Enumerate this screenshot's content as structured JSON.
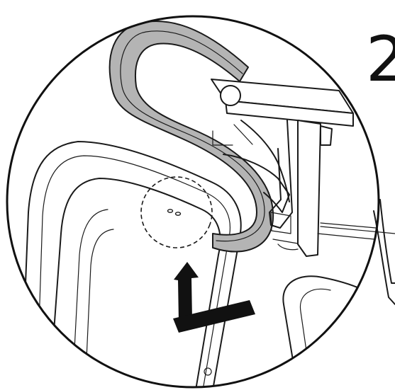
{
  "step": {
    "number": "2"
  },
  "icons": {
    "headrest": "headrest-frame-illustration",
    "backrest": "chair-backrest-illustration",
    "mount": "headrest-mount-bracket",
    "arrow": "up-arrow-icon",
    "slot": "mounting-slot-highlight"
  },
  "colors": {
    "headrest_fill": "#b4b4b4",
    "outline": "#1a1a1a",
    "arrow": "#111111",
    "background": "#ffffff"
  }
}
